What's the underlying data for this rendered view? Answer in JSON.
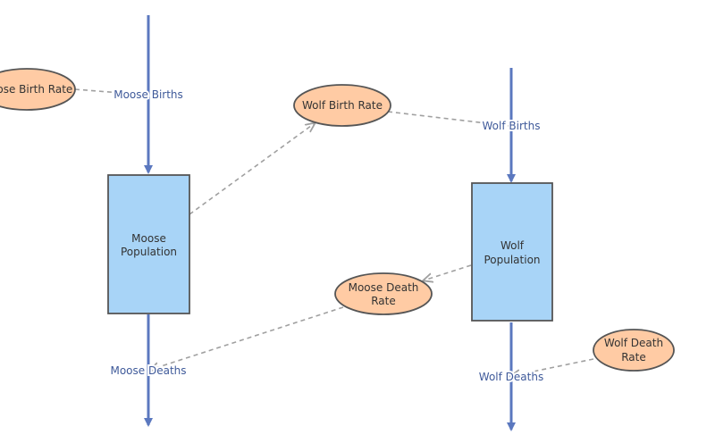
{
  "colors": {
    "flow": "#5b78bf",
    "link": "#a0a0a0",
    "stock_fill": "#a8d4f7",
    "stock_stroke": "#555555",
    "variable_fill": "#ffcba4",
    "variable_stroke": "#555555",
    "flow_text": "#3f5a9a",
    "node_text": "#333333"
  },
  "stocks": {
    "moose": {
      "line1": "Moose",
      "line2": "Population"
    },
    "wolf": {
      "line1": "Wolf",
      "line2": "Population"
    }
  },
  "flows": {
    "moose_births": "Moose Births",
    "moose_deaths": "Moose Deaths",
    "wolf_births": "Wolf Births",
    "wolf_deaths": "Wolf Deaths"
  },
  "variables": {
    "moose_birth_rate": {
      "line1": "Moose Birth Rate"
    },
    "wolf_birth_rate": {
      "line1": "Wolf Birth Rate"
    },
    "moose_death_rate": {
      "line1": "Moose Death",
      "line2": "Rate"
    },
    "wolf_death_rate": {
      "line1": "Wolf Death",
      "line2": "Rate"
    }
  }
}
